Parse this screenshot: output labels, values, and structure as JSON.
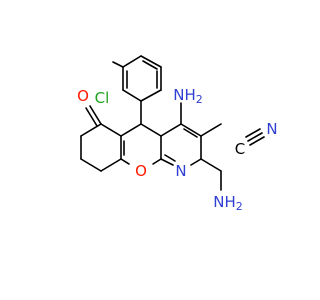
{
  "atom_colors": {
    "N": "#2f3fd1",
    "O": "#ff1a00",
    "Cl": "#1fa31f",
    "C": "#000000"
  },
  "labels": {
    "chlorine": "Cl",
    "ketone_oxygen": "O",
    "ring_oxygen": "O",
    "pyridine_nitrogen": "N",
    "amine_4": "NH",
    "amine_4_sub": "2",
    "amine_2": "NH",
    "amine_2_sub": "2",
    "nitrile_carbon": "C",
    "nitrile_nitrogen": "N"
  }
}
